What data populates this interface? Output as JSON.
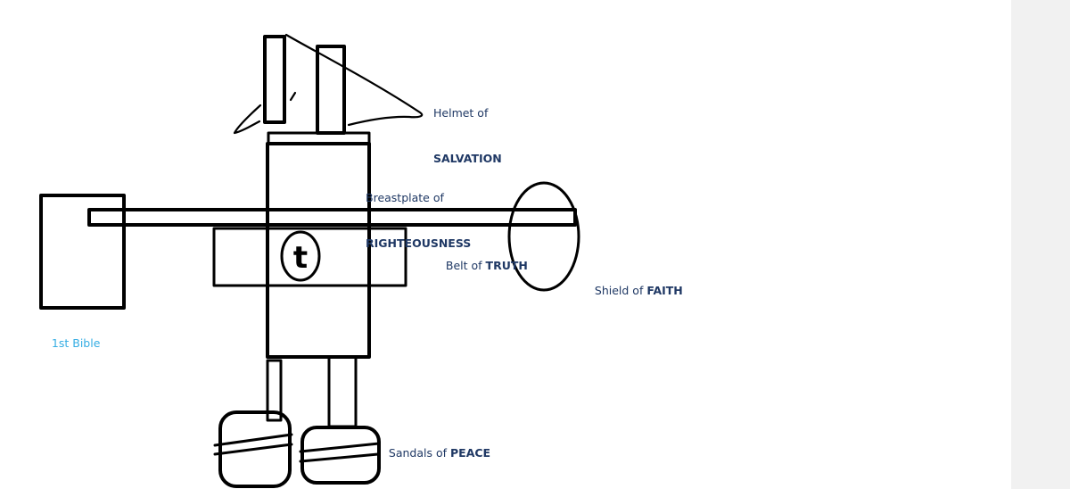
{
  "canvas": {
    "background": "#FFFFFF",
    "right_margin_color": "#F1F1F1"
  },
  "colors": {
    "ink": "#000000",
    "label_navy": "#1F3864",
    "bible_cyan": "#35ADE3"
  },
  "labels": {
    "helmet_line1": "Helmet of",
    "helmet_line2": "SALVATION",
    "breastplate_line1": "Breastplate of",
    "breastplate_line2": "RIGHTEOUSNESS",
    "belt_prefix": "Belt of ",
    "belt_bold": "TRUTH",
    "shield_prefix": "Shield of ",
    "shield_bold": "FAITH",
    "sandals_prefix": "Sandals of ",
    "sandals_bold": "PEACE",
    "bible": "1st Bible"
  },
  "figure": {
    "cross_letter": "t"
  }
}
